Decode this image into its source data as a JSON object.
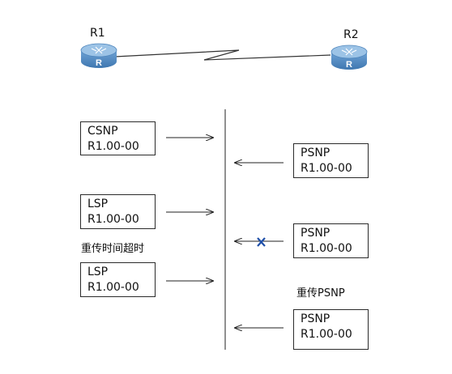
{
  "routers": {
    "r1_label": "R1",
    "r2_label": "R2",
    "router_glyph": "R"
  },
  "left_packets": [
    {
      "type": "CSNP",
      "id": "R1.00-00"
    },
    {
      "type": "LSP",
      "id": "R1.00-00"
    },
    {
      "type": "LSP",
      "id": "R1.00-00"
    }
  ],
  "right_packets": [
    {
      "type": "PSNP",
      "id": "R1.00-00"
    },
    {
      "type": "PSNP",
      "id": "R1.00-00"
    },
    {
      "type": "PSNP",
      "id": "R1.00-00"
    }
  ],
  "notes": {
    "retransmit_timeout": "重传时间超时",
    "retransmit_psnp": "重传PSNP"
  },
  "colors": {
    "router_fill": "#5a8fc4",
    "router_top": "#9cc3e6",
    "loss_mark": "#1f4fa8"
  }
}
